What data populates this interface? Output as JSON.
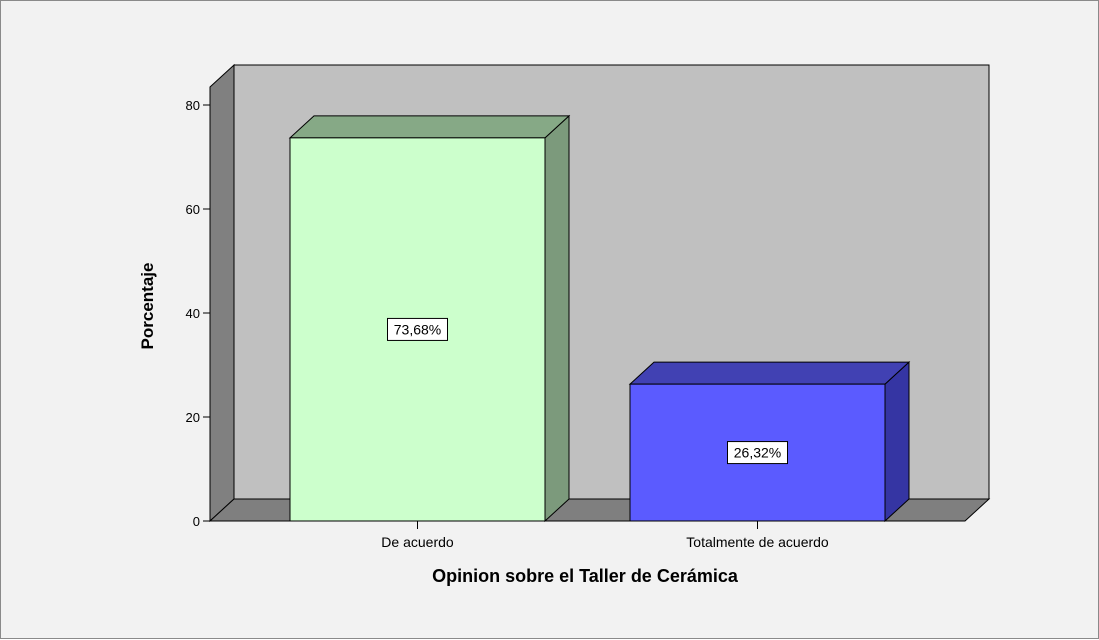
{
  "chart_data": {
    "type": "bar",
    "categories": [
      "De acuerdo",
      "Totalmente de acuerdo"
    ],
    "values": [
      73.68,
      26.32
    ],
    "data_labels": [
      "73,68%",
      "26,32%"
    ],
    "xlabel": "Opinion sobre el Taller de Cerámica",
    "ylabel": "Porcentaje",
    "ylim": [
      0,
      80
    ],
    "yticks": [
      0,
      20,
      40,
      60,
      80
    ],
    "three_d": true,
    "grid": false,
    "colors": {
      "bar_fronts": [
        "#ccffcc",
        "#5b5bff"
      ],
      "bar_sides": [
        "#7c9a7c",
        "#3535a3"
      ],
      "bar_tops": [
        "#86a986",
        "#4141b3"
      ],
      "back_wall": "#c0c0c0",
      "side_wall": "#808080",
      "floor": "#7f7f7f",
      "background": "#f2f2f2"
    }
  }
}
